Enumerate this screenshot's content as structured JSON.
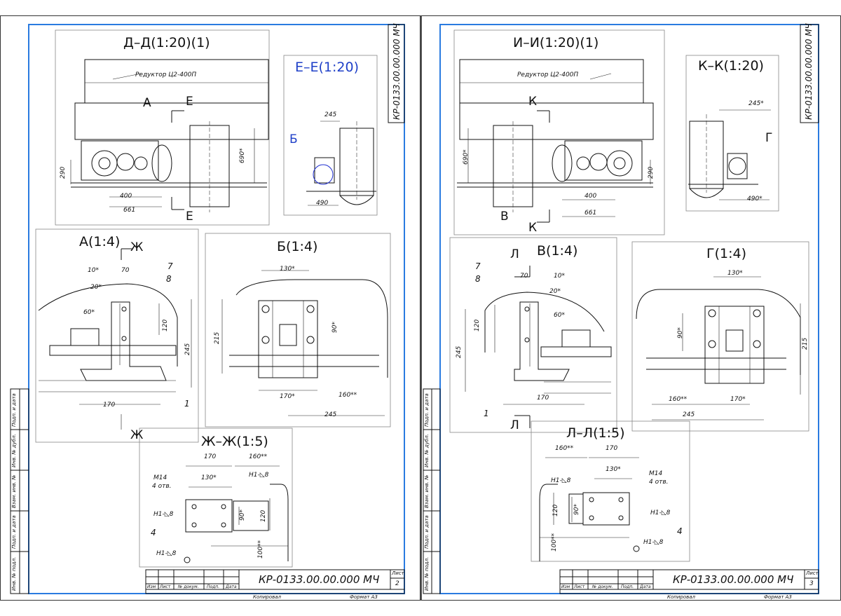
{
  "sheets": [
    {
      "designation": "КР-0133.00.00.000 МЧ",
      "sheet_label": "Лист",
      "sheet_number": "2",
      "title_cols": [
        "Изм",
        "Лист",
        "№ докум.",
        "Подп.",
        "Дата"
      ],
      "copied": "Копировал",
      "format": "Формат А3",
      "side_labels": [
        "Подп. и дата",
        "Инв. № дубл.",
        "Взам. инв. №",
        "Подп. и дата",
        "Инв. № подл."
      ],
      "views": {
        "dd": {
          "title": "Д–Д(1:20)(1)",
          "reducer": "Редуктор Ц2-400П",
          "A": "А",
          "E1": "Е",
          "E2": "Е",
          "d290": "290",
          "d690": "690*",
          "d400": "400",
          "d661": "661"
        },
        "ee": {
          "title": "Е–Е(1:20)",
          "B": "Б",
          "d245": "245",
          "d490": "490"
        },
        "a": {
          "title": "А(1:4)",
          "Zh1": "Ж",
          "Zh2": "Ж",
          "d10": "10*",
          "d70": "70",
          "d20": "20*",
          "d60": "60*",
          "d120": "120",
          "d245": "245",
          "d170": "170",
          "n7": "7",
          "n8": "8",
          "n1": "1"
        },
        "b": {
          "title": "Б(1:4)",
          "d130": "130*",
          "d90": "90*",
          "d215": "215",
          "d170": "170*",
          "d160": "160**",
          "d245": "245"
        },
        "zhzh": {
          "title": "Ж–Ж(1:5)",
          "d170": "170",
          "d160": "160**",
          "d130": "130*",
          "d90": "90*",
          "d120": "120",
          "d100": "100**",
          "m14": "М14",
          "otv": "4 отв.",
          "h1a": "Н1-◺8",
          "h1b": "Н1-◺8",
          "h1c": "Н1-◺8",
          "n4": "4"
        }
      }
    },
    {
      "designation": "КР-0133.00.00.000 МЧ",
      "sheet_label": "Лист",
      "sheet_number": "3",
      "title_cols": [
        "Изм",
        "Лист",
        "№ докум.",
        "Подп.",
        "Дата"
      ],
      "copied": "Копировал",
      "format": "Формат А3",
      "side_labels": [
        "Подп. и дата",
        "Инв. № дубл.",
        "Взам. инв. №",
        "Подп. и дата",
        "Инв. № подл."
      ],
      "views": {
        "ii": {
          "title": "И–И(1:20)(1)",
          "reducer": "Редуктор Ц2-400П",
          "K1": "К",
          "K2": "К",
          "V": "В",
          "d690": "690*",
          "d290": "290",
          "d400": "400",
          "d661": "661"
        },
        "kk": {
          "title": "К–К(1:20)",
          "G": "Г",
          "d245": "245*",
          "d490": "490*"
        },
        "v": {
          "title": "В(1:4)",
          "L1": "Л",
          "L2": "Л",
          "d70": "70",
          "d10": "10*",
          "d20": "20*",
          "d60": "60*",
          "d120": "120",
          "d245": "245",
          "d170": "170",
          "n7": "7",
          "n8": "8",
          "n1": "1"
        },
        "g": {
          "title": "Г(1:4)",
          "d130": "130*",
          "d90": "90*",
          "d215": "215",
          "d160": "160**",
          "d170": "170*",
          "d245": "245"
        },
        "ll": {
          "title": "Л–Л(1:5)",
          "d160": "160**",
          "d170": "170",
          "d130": "130*",
          "d90": "90*",
          "d120": "120",
          "d100": "100**",
          "m14": "М14",
          "otv": "4 отв.",
          "h1a": "Н1-◺8",
          "h1b": "Н1-◺8",
          "h1c": "Н1-◺8",
          "n4": "4"
        }
      }
    }
  ]
}
